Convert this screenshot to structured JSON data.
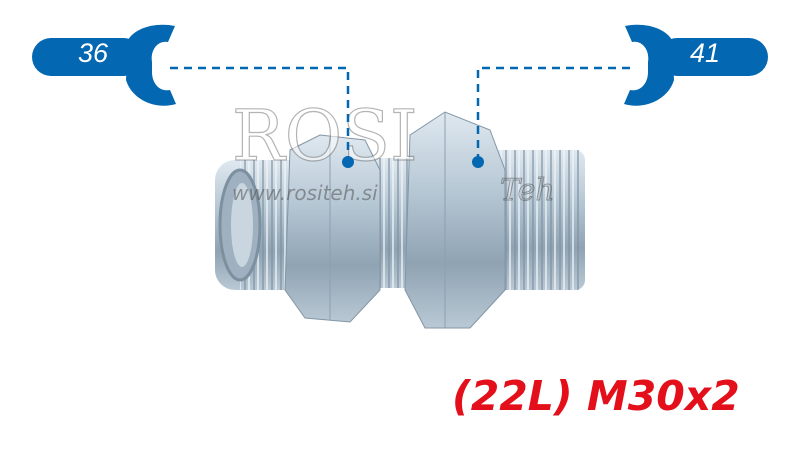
{
  "wrenches": [
    {
      "side": "left",
      "size": "36",
      "icon": "wrench-icon"
    },
    {
      "side": "right",
      "size": "41",
      "icon": "wrench-icon"
    }
  ],
  "product_code": "(22L) M30x2",
  "watermark": {
    "logo": "ROSI",
    "logo_suffix": "Teh",
    "url": "www.rositeh.si"
  },
  "colors": {
    "wrench": "#0467b1",
    "code": "#e3101b",
    "metal": "#a9bccb"
  }
}
